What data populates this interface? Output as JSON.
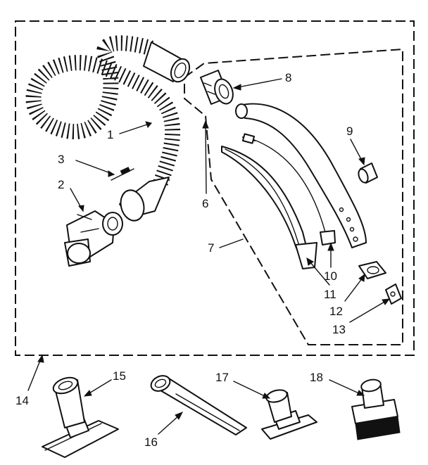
{
  "labels": {
    "p1": "1",
    "p2": "2",
    "p3": "3",
    "p6": "6",
    "p7": "7",
    "p8": "8",
    "p9": "9",
    "p10": "10",
    "p11": "11",
    "p12": "12",
    "p13": "13",
    "p14": "14",
    "p15": "15",
    "p16": "16",
    "p17": "17",
    "p18": "18"
  },
  "colors": {
    "ink": "#111111",
    "paper": "#ffffff"
  }
}
